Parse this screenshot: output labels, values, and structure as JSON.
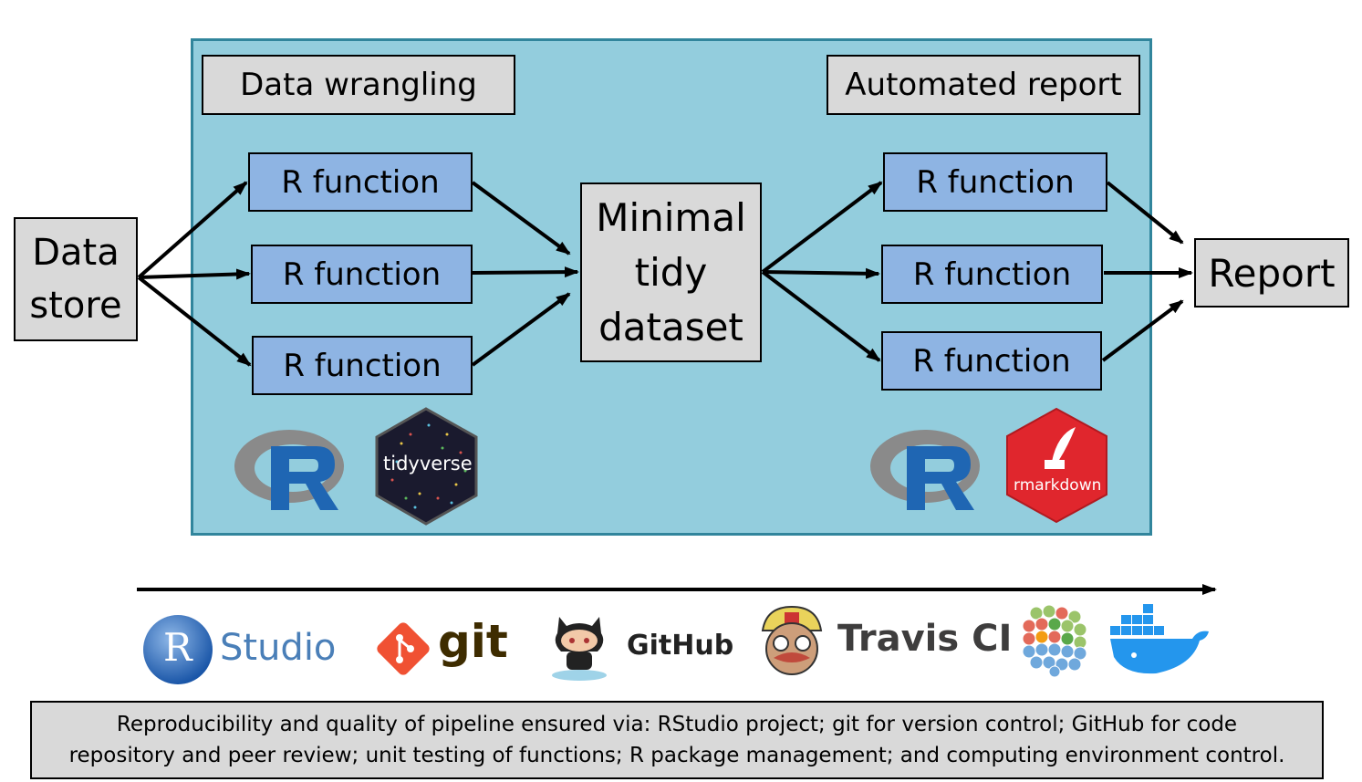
{
  "data_store": "Data store",
  "data_wrangling_title": "Data wrangling",
  "automated_report_title": "Automated report",
  "wrangling_functions": [
    "R function",
    "R function",
    "R function"
  ],
  "report_functions": [
    "R function",
    "R function",
    "R function"
  ],
  "tidy_dataset": "Minimal tidy dataset",
  "report": "Report",
  "logos": {
    "tidyverse": "tidyverse",
    "rmarkdown": "rmarkdown",
    "rstudio": "Studio",
    "rstudio_r": "R",
    "git": "git",
    "github": "GitHub",
    "travis": "Travis CI"
  },
  "footer_line1": "Reproducibility and quality of pipeline ensured via: RStudio project; git for version control; GitHub for code",
  "footer_line2": "repository and peer review; unit testing of functions; R package management; and computing environment control."
}
